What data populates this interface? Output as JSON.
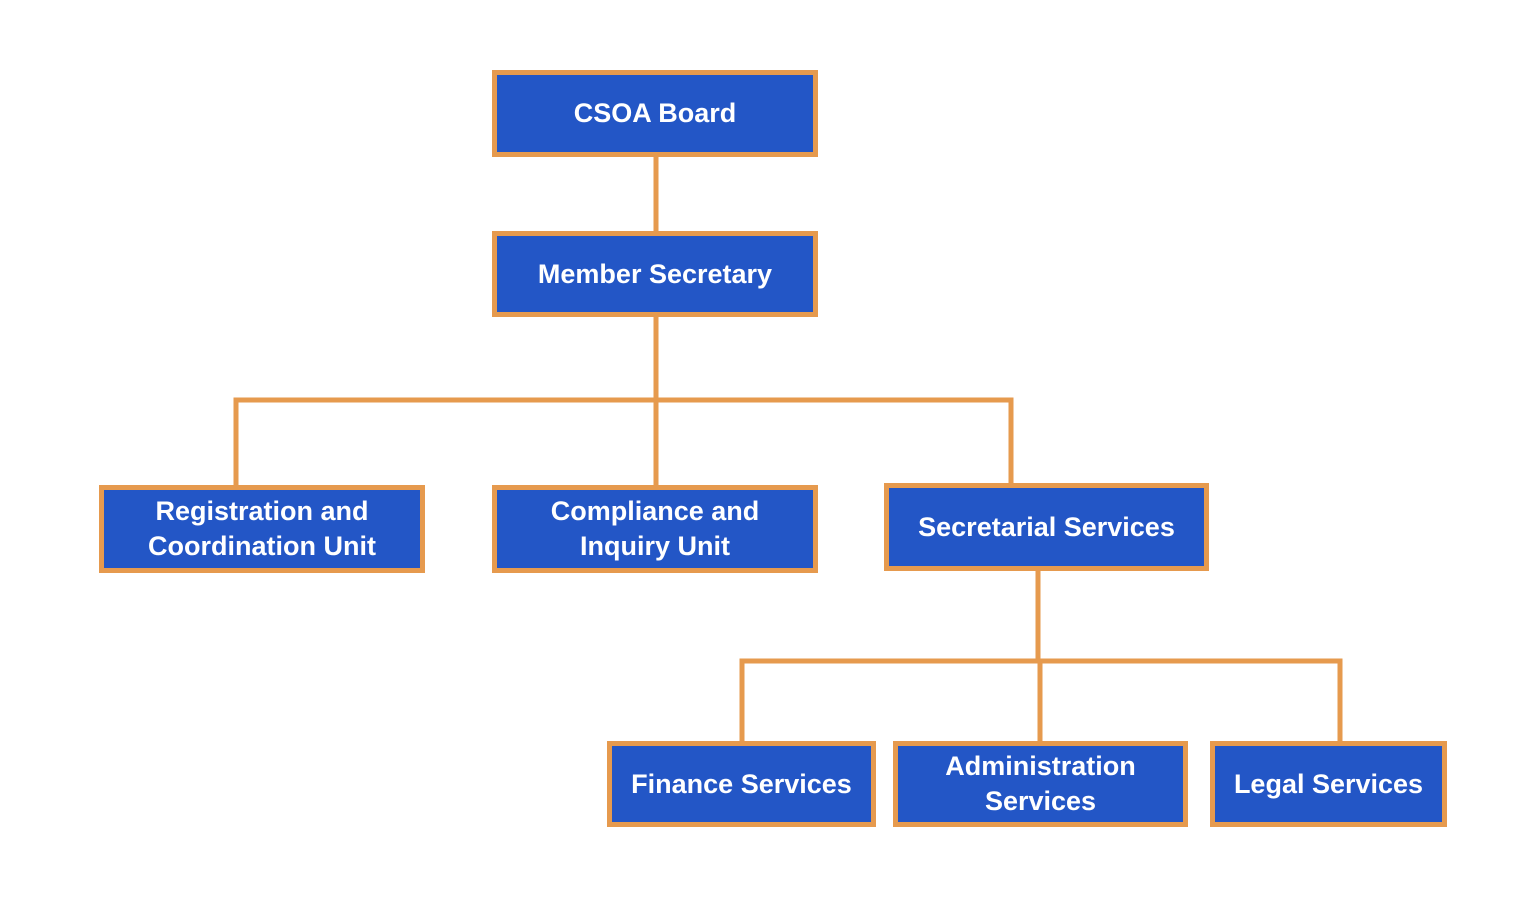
{
  "colors": {
    "box_fill": "#2356c6",
    "box_border": "#e69a4e",
    "connector": "#e69a4e",
    "text": "#ffffff",
    "background": "#ffffff"
  },
  "org_chart": {
    "board": {
      "label": "CSOA Board"
    },
    "member_secretary": {
      "label": "Member Secretary",
      "reports_to": "CSOA Board"
    },
    "units": [
      {
        "label": "Registration and\nCoordination Unit",
        "reports_to": "Member Secretary"
      },
      {
        "label": "Compliance and\nInquiry Unit",
        "reports_to": "Member Secretary"
      },
      {
        "label": "Secretarial Services",
        "reports_to": "Member Secretary"
      }
    ],
    "secretarial_services": [
      {
        "label": "Finance Services",
        "reports_to": "Secretarial Services"
      },
      {
        "label": "Administration\nServices",
        "reports_to": "Secretarial Services"
      },
      {
        "label": "Legal Services",
        "reports_to": "Secretarial Services"
      }
    ]
  }
}
